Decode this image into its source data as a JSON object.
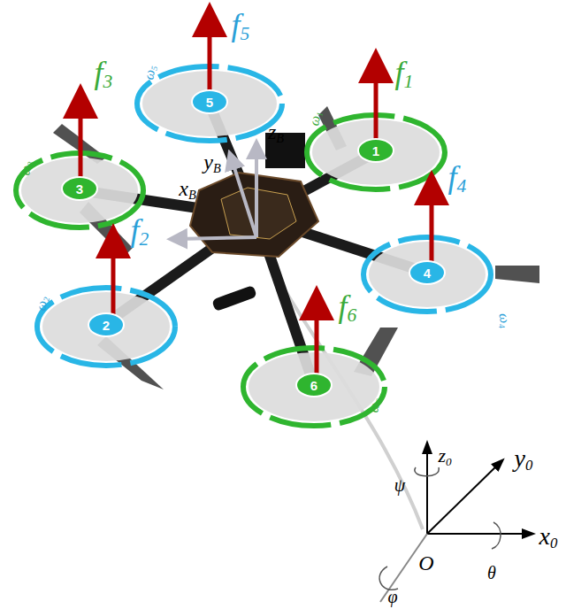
{
  "diagram": {
    "nodes": [
      {
        "text": [
          "5"
        ]
      },
      {
        "text": [
          "1"
        ]
      },
      {
        "text": [
          "3"
        ]
      },
      {
        "text": [
          "4"
        ]
      },
      {
        "text": [
          "2"
        ]
      },
      {
        "text": [
          "6"
        ]
      }
    ],
    "labels": [
      "f5",
      "f1",
      "f3",
      "f4",
      "f2",
      "f6",
      "ω5",
      "ω1",
      "ω3",
      "ω4",
      "ω2",
      "ω6",
      "zB",
      "yB",
      "xB",
      "z0",
      "ψ",
      "y0",
      "x0",
      "O",
      "θ",
      "φ"
    ]
  }
}
